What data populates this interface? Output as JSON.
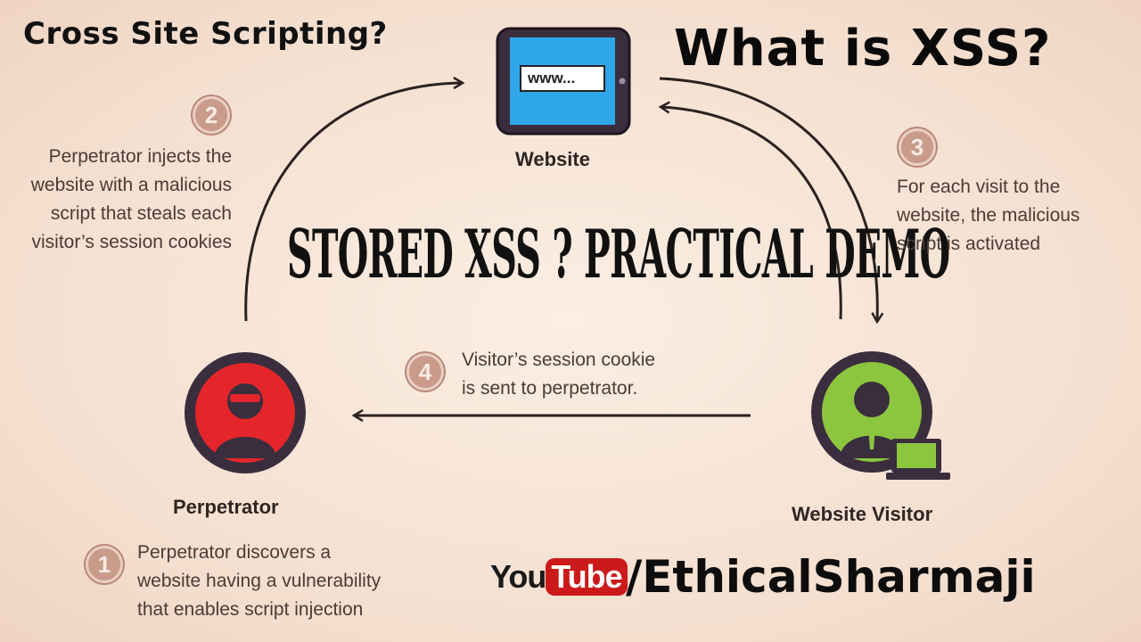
{
  "header": {
    "left_title": "Cross Site Scripting?",
    "right_title": "What is XSS?"
  },
  "center_title": "Stored XSS ? Practical Demo",
  "nodes": {
    "website": {
      "label": "Website",
      "url_text": "www..."
    },
    "perpetrator": {
      "label": "Perpetrator"
    },
    "visitor": {
      "label": "Website Visitor"
    }
  },
  "steps": [
    {
      "number": "1",
      "text": "Perpetrator discovers a\nwebsite having a vulnerability\nthat enables script injection"
    },
    {
      "number": "2",
      "text": "Perpetrator injects the\nwebsite with a malicious\nscript that steals each\nvisitor’s session cookies"
    },
    {
      "number": "3",
      "text": "For each visit to the\nwebsite, the malicious\nscript is activated"
    },
    {
      "number": "4",
      "text": "Visitor’s session cookie\nis sent to perpetrator."
    }
  ],
  "branding": {
    "youtube_you": "You",
    "youtube_tube": "Tube",
    "handle": "/EthicalSharmaji"
  },
  "colors": {
    "background": "#f6e4d6",
    "tablet_screen": "#2fa6e8",
    "perpetrator_circle": "#e4262a",
    "visitor_circle": "#8cc63f",
    "step_badge": "#c89b8a",
    "youtube_red": "#cc1a1a"
  },
  "icons": [
    "tablet-icon",
    "hacker-icon",
    "user-icon",
    "laptop-icon",
    "arrow-icon"
  ]
}
